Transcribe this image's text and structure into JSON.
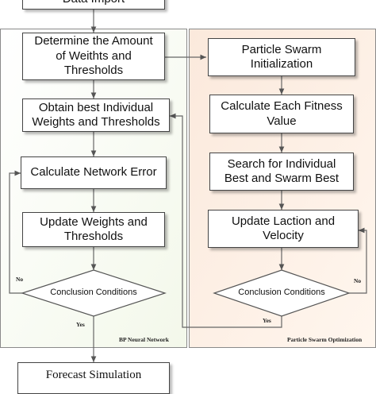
{
  "nodes": {
    "data_import": "Data Import",
    "determine": [
      "Determine the Amount",
      "of Weithts and",
      "Thresholds"
    ],
    "obtain_best": [
      "Obtain best Individual",
      "Weights and Thresholds"
    ],
    "network_error": "Calculate Network Error",
    "update_weights": [
      "Update Weights and",
      "Thresholds"
    ],
    "bp_conclusion": "Conclusion Conditions",
    "forecast": "Forecast Simulation",
    "pso_init": [
      "Particle Swarm",
      "Initialization"
    ],
    "fitness": [
      "Calculate Each Fitness",
      "Value"
    ],
    "search_best": [
      "Search for Individual",
      "Best and Swarm Best"
    ],
    "update_location": [
      "Update Laction and",
      "Velocity"
    ],
    "pso_conclusion": "Conclusion Conditions"
  },
  "panels": {
    "bp": "BP Neural Network",
    "pso": "Particle Swarm Optimization"
  },
  "edge_labels": {
    "bp_no": "No",
    "bp_yes": "Yes",
    "pso_no": "No",
    "pso_yes": "Yes"
  }
}
